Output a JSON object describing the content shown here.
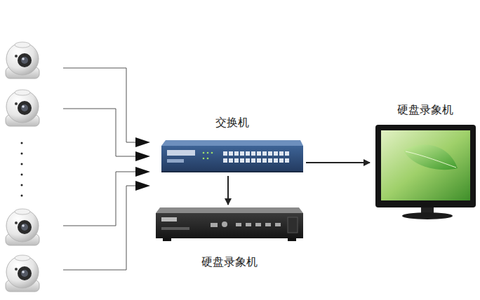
{
  "diagram": {
    "nodes": [
      {
        "text": [
          "交换机"
        ]
      },
      {
        "text": [
          "硬盘录象机"
        ]
      },
      {
        "text": [
          "硬盘录象机"
        ]
      }
    ],
    "edges": [
      {
        "from": 0,
        "to": 1,
        "arrow": "to"
      },
      {
        "from": 0,
        "to": 2,
        "arrow": "to"
      }
    ]
  }
}
